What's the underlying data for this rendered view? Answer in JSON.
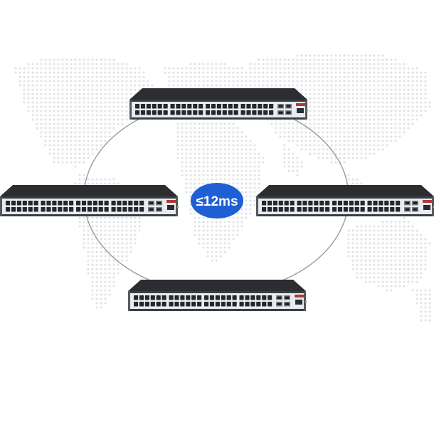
{
  "diagram": {
    "topology": "ring",
    "recovery_badge": {
      "text": "≤12ms",
      "color": "#1f5fd6"
    },
    "background": "dotted-world-map",
    "ring_color": "#9a9a9a",
    "switch_body_color": "#2b2d31",
    "switch_panel_color": "#e9ecef",
    "port_color": "#24272b",
    "nodes": [
      {
        "name": "switch-top",
        "ports": 48,
        "uplinks": 4
      },
      {
        "name": "switch-left",
        "ports": 48,
        "uplinks": 4
      },
      {
        "name": "switch-right",
        "ports": 48,
        "uplinks": 4
      },
      {
        "name": "switch-bottom",
        "ports": 48,
        "uplinks": 4
      }
    ]
  }
}
